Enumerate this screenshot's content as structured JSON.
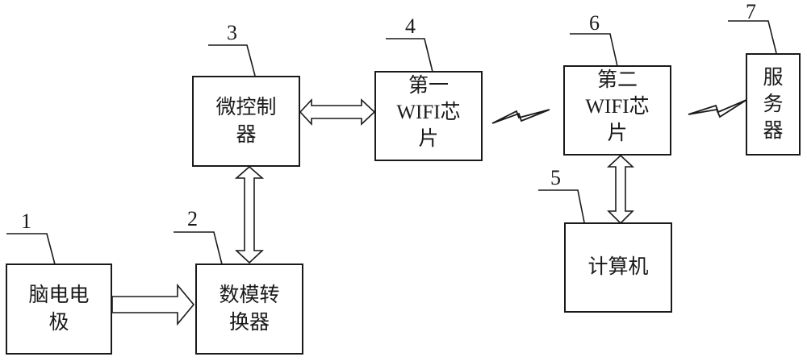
{
  "diagram": {
    "blocks": [
      {
        "id": "1",
        "lines": [
          "脑电电",
          "极"
        ],
        "label": "EEG electrode"
      },
      {
        "id": "2",
        "lines": [
          "数模转",
          "换器"
        ],
        "label": "DA converter"
      },
      {
        "id": "3",
        "lines": [
          "微控制",
          "器"
        ],
        "label": "microcontroller"
      },
      {
        "id": "4",
        "lines": [
          "第一",
          "WIFI芯",
          "片"
        ],
        "label": "first WIFI chip"
      },
      {
        "id": "5",
        "lines": [
          "计算机"
        ],
        "label": "computer"
      },
      {
        "id": "6",
        "lines": [
          "第二",
          "WIFI芯",
          "片"
        ],
        "label": "second WIFI chip"
      },
      {
        "id": "7",
        "lines": [
          "服",
          "务",
          "器"
        ],
        "label": "server"
      }
    ],
    "connections": [
      {
        "from": "1",
        "to": "2",
        "type": "one-way-arrow"
      },
      {
        "from": "2",
        "to": "3",
        "type": "two-way-arrow"
      },
      {
        "from": "3",
        "to": "4",
        "type": "two-way-arrow"
      },
      {
        "from": "4",
        "to": "6",
        "type": "wireless-link"
      },
      {
        "from": "6",
        "to": "7",
        "type": "wireless-link"
      },
      {
        "from": "6",
        "to": "5",
        "type": "two-way-arrow"
      }
    ]
  }
}
